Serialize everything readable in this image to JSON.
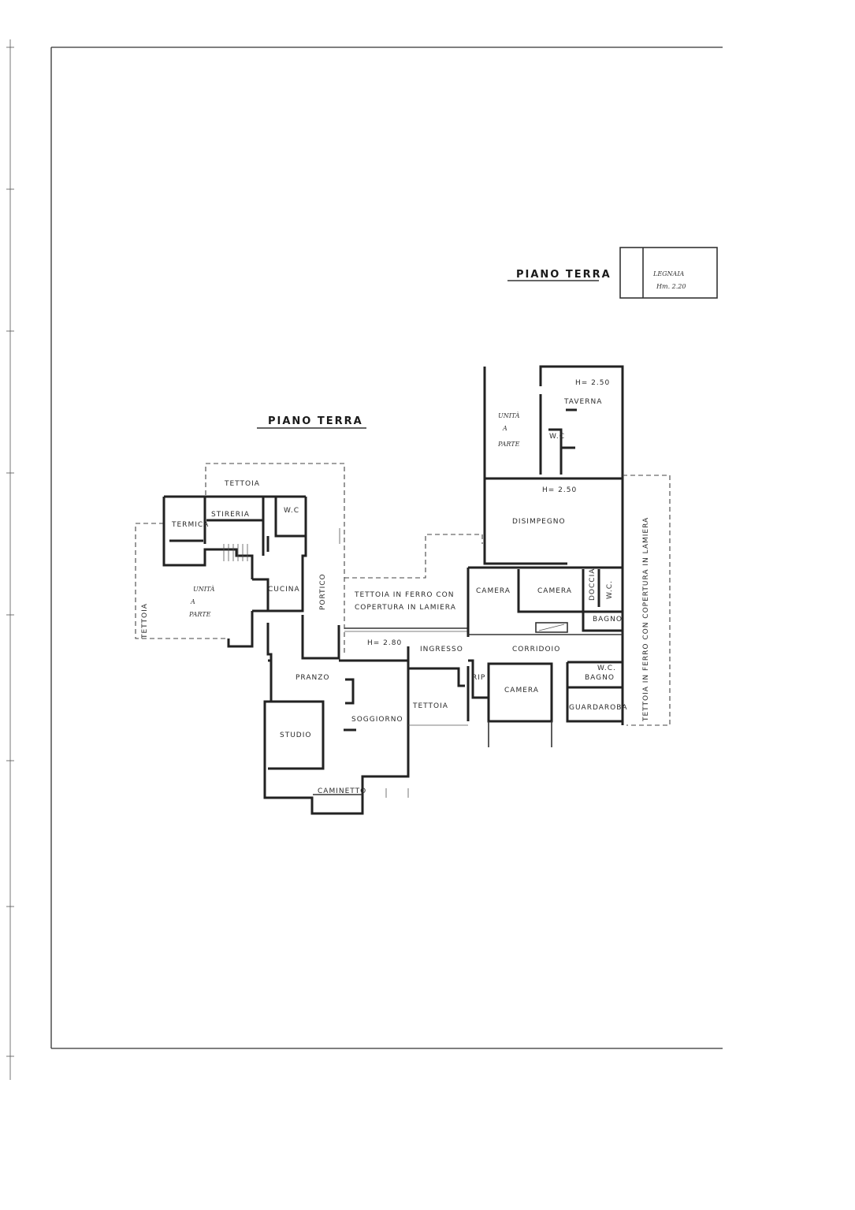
{
  "titles": {
    "main": "PIANO TERRA",
    "annex": "PIANO TERRA"
  },
  "annex": {
    "room": "LEGNAIA",
    "height": "Hm. 2.20"
  },
  "rooms": {
    "tettoia_top": "TETTOIA",
    "termica": "TERMICA",
    "stireria": "STIRERIA",
    "wc_left": "W.C",
    "tettoia_left": "TETTOIA",
    "unita_left_1": "UNITÀ",
    "unita_left_2": "A",
    "unita_left_3": "PARTE",
    "cucina": "CUCINA",
    "portico": "PORTICO",
    "tettoia_ferro_1": "TETTOIA IN FERRO CON",
    "tettoia_ferro_2": "COPERTURA IN LAMIERA",
    "h280": "H= 2.80",
    "ingresso": "INGRESSO",
    "pranzo": "PRANZO",
    "soggiorno": "SOGGIORNO",
    "studio": "STUDIO",
    "caminetto": "CAMINETTO",
    "tettoia_mid": "TETTOIA",
    "unita_right_1": "UNITÀ",
    "unita_right_2": "A",
    "unita_right_3": "PARTE",
    "h250_taverna": "H= 2.50",
    "taverna": "TAVERNA",
    "wc_taverna": "W.C",
    "h250_dis": "H= 2.50",
    "disimpegno": "DISIMPEGNO",
    "camera_1": "CAMERA",
    "camera_2": "CAMERA",
    "doccia": "DOCCIA",
    "wc_right": "W.C.",
    "bagno_1": "BAGNO",
    "corridoio": "CORRIDOIO",
    "rip": "RIP",
    "camera_3": "CAMERA",
    "wc_bagno_2": "W.C.",
    "bagno_2": "BAGNO",
    "guardaroba": "GUARDAROBA",
    "tettoia_right": "TETTOIA IN FERRO CON COPERTURA IN LAMIERA"
  }
}
